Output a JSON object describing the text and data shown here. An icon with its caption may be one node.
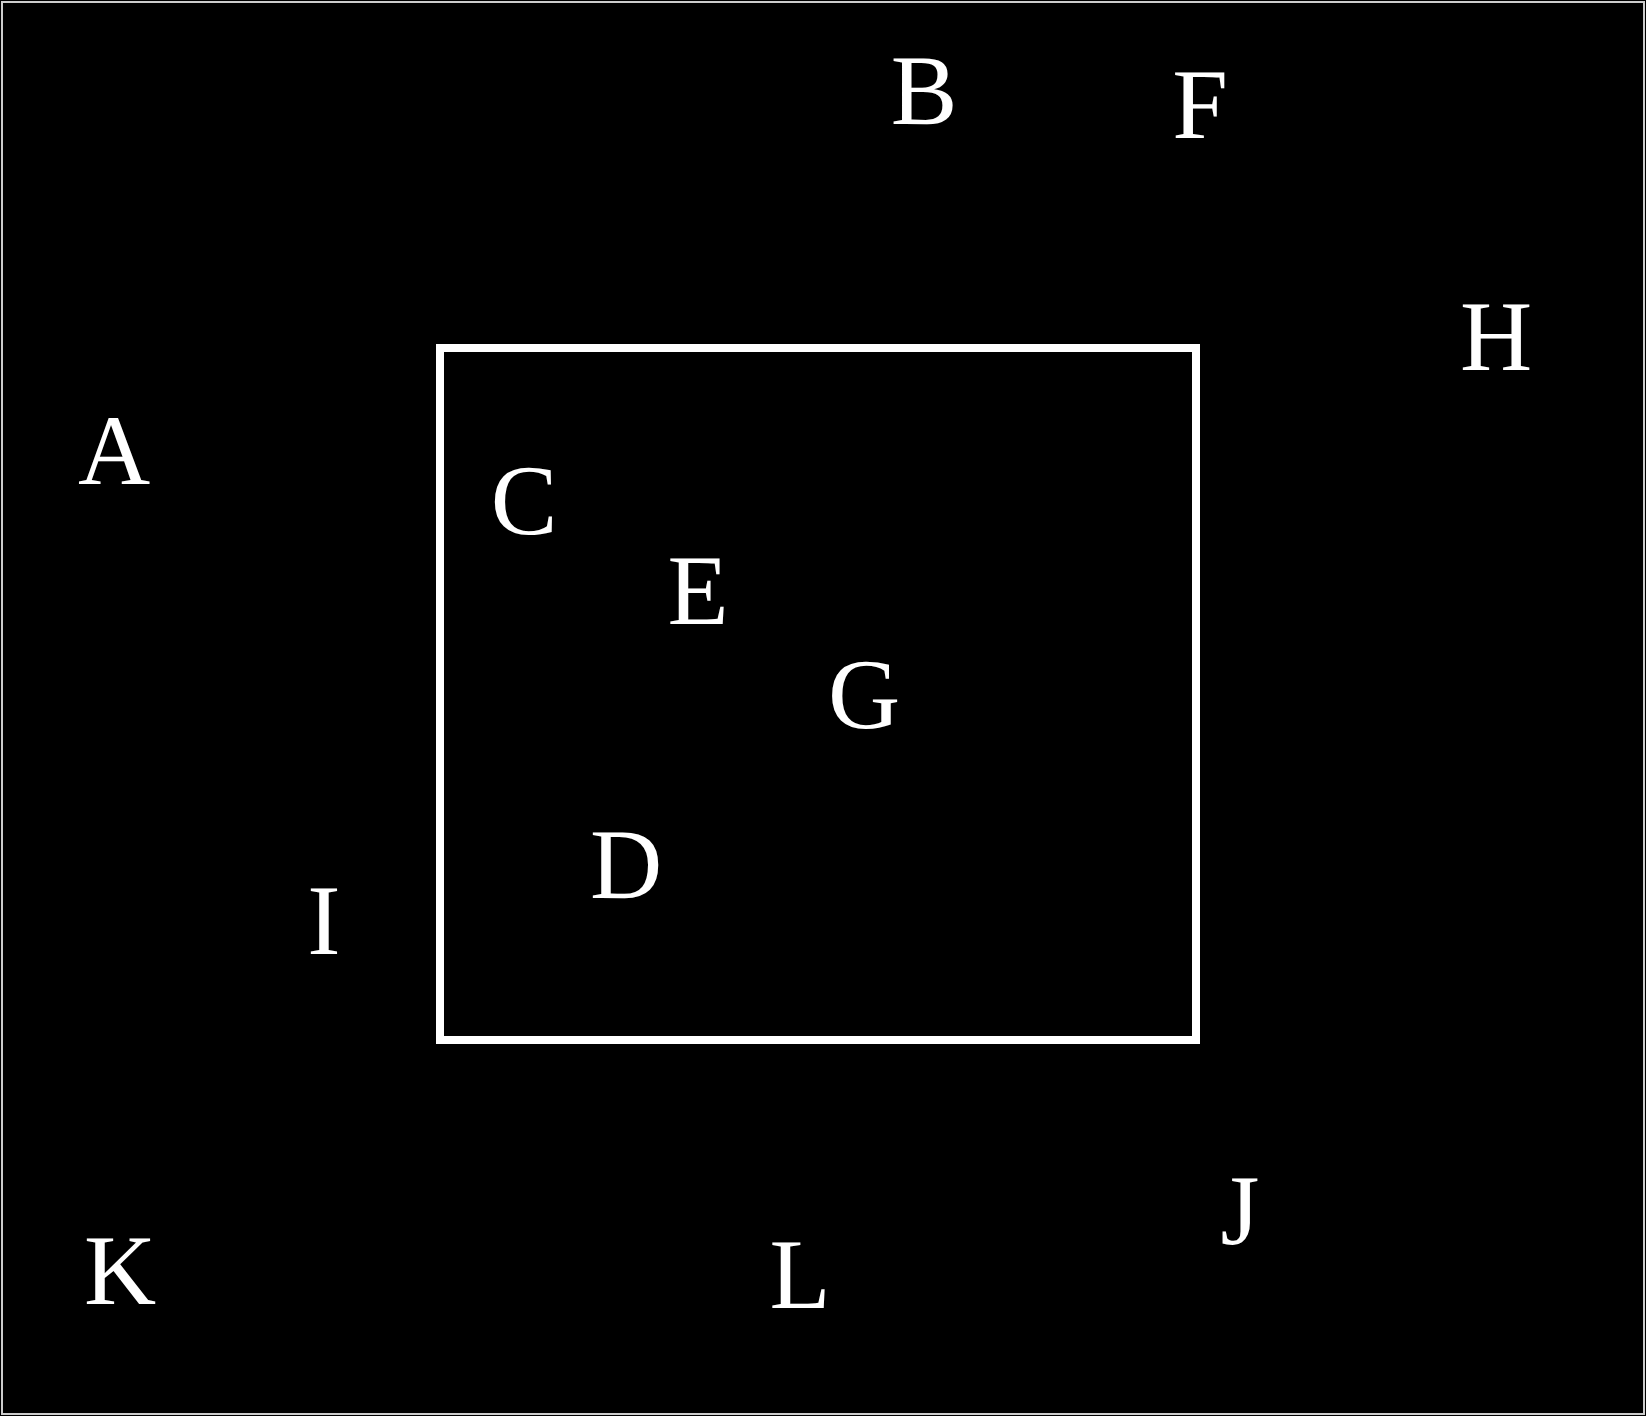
{
  "diagram": {
    "labels": [
      "B",
      "F",
      "H",
      "A",
      "C",
      "E",
      "G",
      "D",
      "I",
      "J",
      "K",
      "L"
    ]
  }
}
